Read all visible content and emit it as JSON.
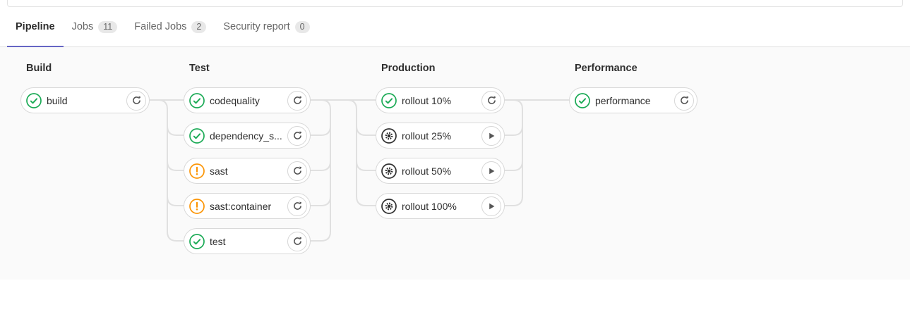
{
  "tabs": {
    "items": [
      {
        "label": "Pipeline",
        "active": true
      },
      {
        "label": "Jobs",
        "badge": "11",
        "active": false
      },
      {
        "label": "Failed Jobs",
        "badge": "2",
        "active": false
      },
      {
        "label": "Security report",
        "badge": "0",
        "active": false
      }
    ]
  },
  "pipeline": {
    "stages": [
      {
        "name": "Build",
        "jobs": [
          {
            "label": "build",
            "status": "success",
            "status_icon": "check-circle-icon",
            "action": "retry",
            "action_icon": "retry-icon"
          }
        ]
      },
      {
        "name": "Test",
        "jobs": [
          {
            "label": "codequality",
            "status": "success",
            "status_icon": "check-circle-icon",
            "action": "retry",
            "action_icon": "retry-icon"
          },
          {
            "label": "dependency_s...",
            "status": "success",
            "status_icon": "check-circle-icon",
            "action": "retry",
            "action_icon": "retry-icon"
          },
          {
            "label": "sast",
            "status": "warning",
            "status_icon": "exclamation-circle-icon",
            "action": "retry",
            "action_icon": "retry-icon"
          },
          {
            "label": "sast:container",
            "status": "warning",
            "status_icon": "exclamation-circle-icon",
            "action": "retry",
            "action_icon": "retry-icon"
          },
          {
            "label": "test",
            "status": "success",
            "status_icon": "check-circle-icon",
            "action": "retry",
            "action_icon": "retry-icon"
          }
        ]
      },
      {
        "name": "Production",
        "jobs": [
          {
            "label": "rollout 10%",
            "status": "success",
            "status_icon": "check-circle-icon",
            "action": "retry",
            "action_icon": "retry-icon"
          },
          {
            "label": "rollout 25%",
            "status": "manual",
            "status_icon": "gear-circle-icon",
            "action": "play",
            "action_icon": "play-icon"
          },
          {
            "label": "rollout 50%",
            "status": "manual",
            "status_icon": "gear-circle-icon",
            "action": "play",
            "action_icon": "play-icon"
          },
          {
            "label": "rollout 100%",
            "status": "manual",
            "status_icon": "gear-circle-icon",
            "action": "play",
            "action_icon": "play-icon"
          }
        ]
      },
      {
        "name": "Performance",
        "jobs": [
          {
            "label": "performance",
            "status": "success",
            "status_icon": "check-circle-icon",
            "action": "retry",
            "action_icon": "retry-icon"
          }
        ]
      }
    ]
  },
  "colors": {
    "success": "#1aaa55",
    "warning": "#fc9403",
    "manual": "#2e2e2e",
    "active_tab_underline": "#6666c4",
    "connector": "#e0e0e0"
  }
}
